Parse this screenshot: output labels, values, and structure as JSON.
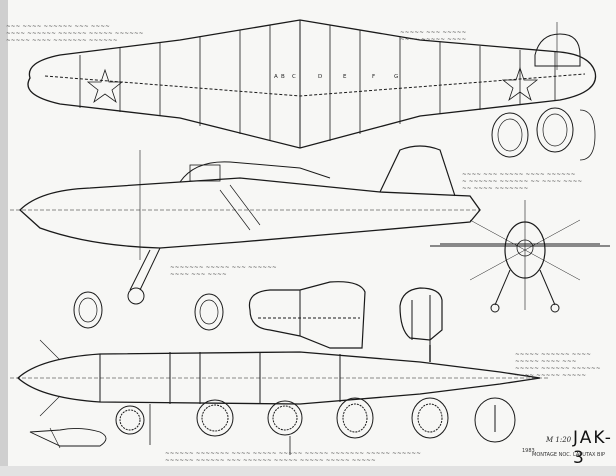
{
  "drawing": {
    "title": "JAK-3",
    "scale": "M 1:20",
    "maker": "MONTAGE NOC. LAPUTAX BIP",
    "stamp": "1983",
    "wing_section_labels": [
      "A",
      "B",
      "C",
      "D",
      "E",
      "F",
      "G"
    ],
    "notes": {
      "top_left": "illegible handwritten notes (3 lines)",
      "top_right": "illegible handwritten notes",
      "right_middle": "illegible handwritten notes",
      "right_lower": "illegible handwritten notes",
      "bottom": "illegible handwritten notes",
      "center_left": "illegible handwritten notes"
    },
    "views": [
      "wing-planform",
      "fuselage-side-view",
      "front-view",
      "tail-plane",
      "fin-rudder",
      "fuselage-top-view",
      "bulkhead-sections",
      "canopy-detail"
    ],
    "colors": {
      "paper": "#f7f7f5",
      "ink": "#1a1a1a",
      "margin": "#cfcfcf"
    }
  }
}
